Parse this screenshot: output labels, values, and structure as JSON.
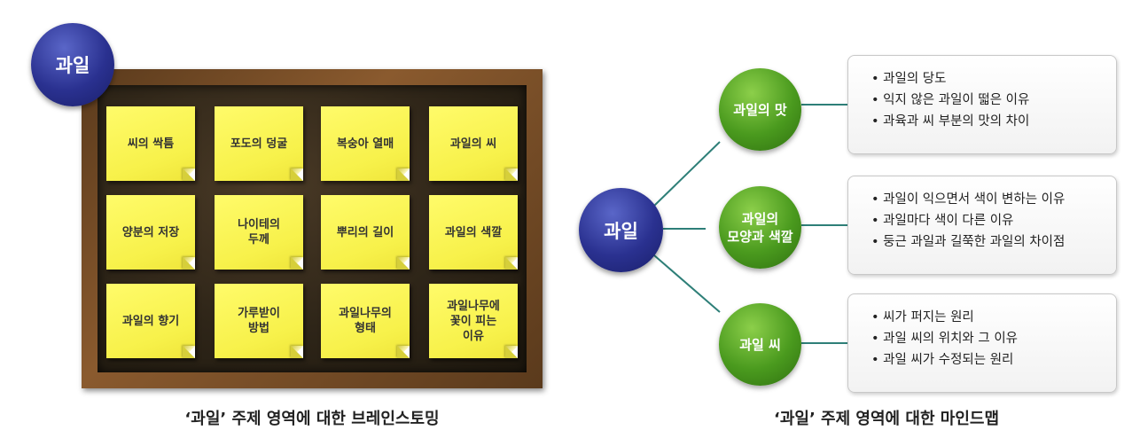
{
  "brainstorm": {
    "badge": "과일",
    "notes": [
      "씨의 싹틈",
      "포도의 덩굴",
      "복숭아 열매",
      "과일의 씨",
      "양분의 저장",
      "나이테의\n두께",
      "뿌리의 길이",
      "과일의 색깔",
      "과일의 향기",
      "가루받이\n방법",
      "과일나무의\n형태",
      "과일나무에\n꽃이 피는\n이유"
    ],
    "caption": "‘과일’ 주제 영역에 대한 브레인스토밍"
  },
  "mindmap": {
    "center": "과일",
    "branches": [
      {
        "label": "과일의 맛",
        "items": [
          "• 과일의 당도",
          "• 익지 않은 과일이 떫은 이유",
          "• 과육과 씨 부분의 맛의 차이"
        ]
      },
      {
        "label": "과일의\n모양과 색깔",
        "items": [
          "• 과일이 익으면서 색이 변하는 이유",
          "• 과일마다 색이 다른 이유",
          "• 둥근 과일과 길쭉한 과일의 차이점"
        ]
      },
      {
        "label": "과일 씨",
        "items": [
          "• 씨가 퍼지는 원리",
          "• 과일 씨의 위치와 그 이유",
          "• 과일 씨가 수정되는 원리"
        ]
      }
    ],
    "caption": "‘과일’ 주제 영역에 대한 마인드맵",
    "line_color": "#2e7f78"
  }
}
